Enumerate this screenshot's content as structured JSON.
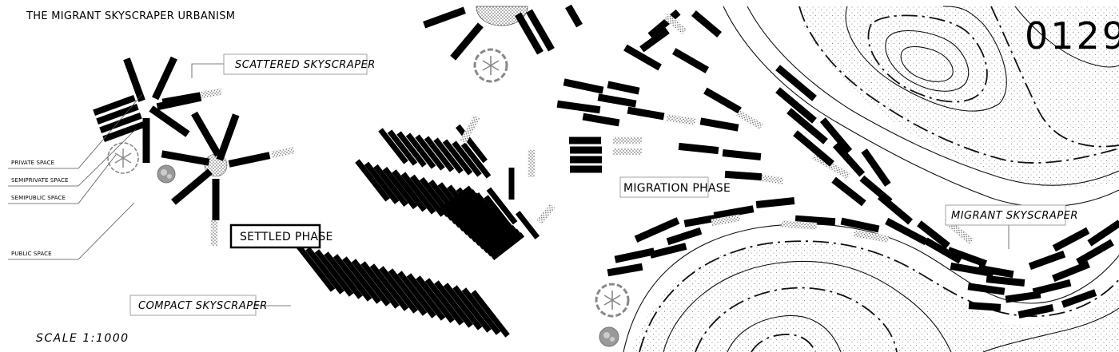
{
  "header": {
    "title": "THE MIGRANT SKYSCRAPER URBANISM",
    "sheet_number": "0129"
  },
  "labels": {
    "scattered": "SCATTERED SKYSCRAPER",
    "compact": "COMPACT SKYSCRAPER",
    "migrant": "MIGRANT SKYSCRAPER"
  },
  "phases": {
    "settled": "SETTLED PHASE",
    "migration": "MIGRATION PHASE"
  },
  "legend": {
    "private": "PRIVATE SPACE",
    "semiprivate": "SEMIPRIVATE SPACE",
    "semipublic": "SEMIPUBLIC SPACE",
    "public": "PUBLIC SPACE"
  },
  "footer": {
    "scale": "SCALE 1:1000"
  }
}
